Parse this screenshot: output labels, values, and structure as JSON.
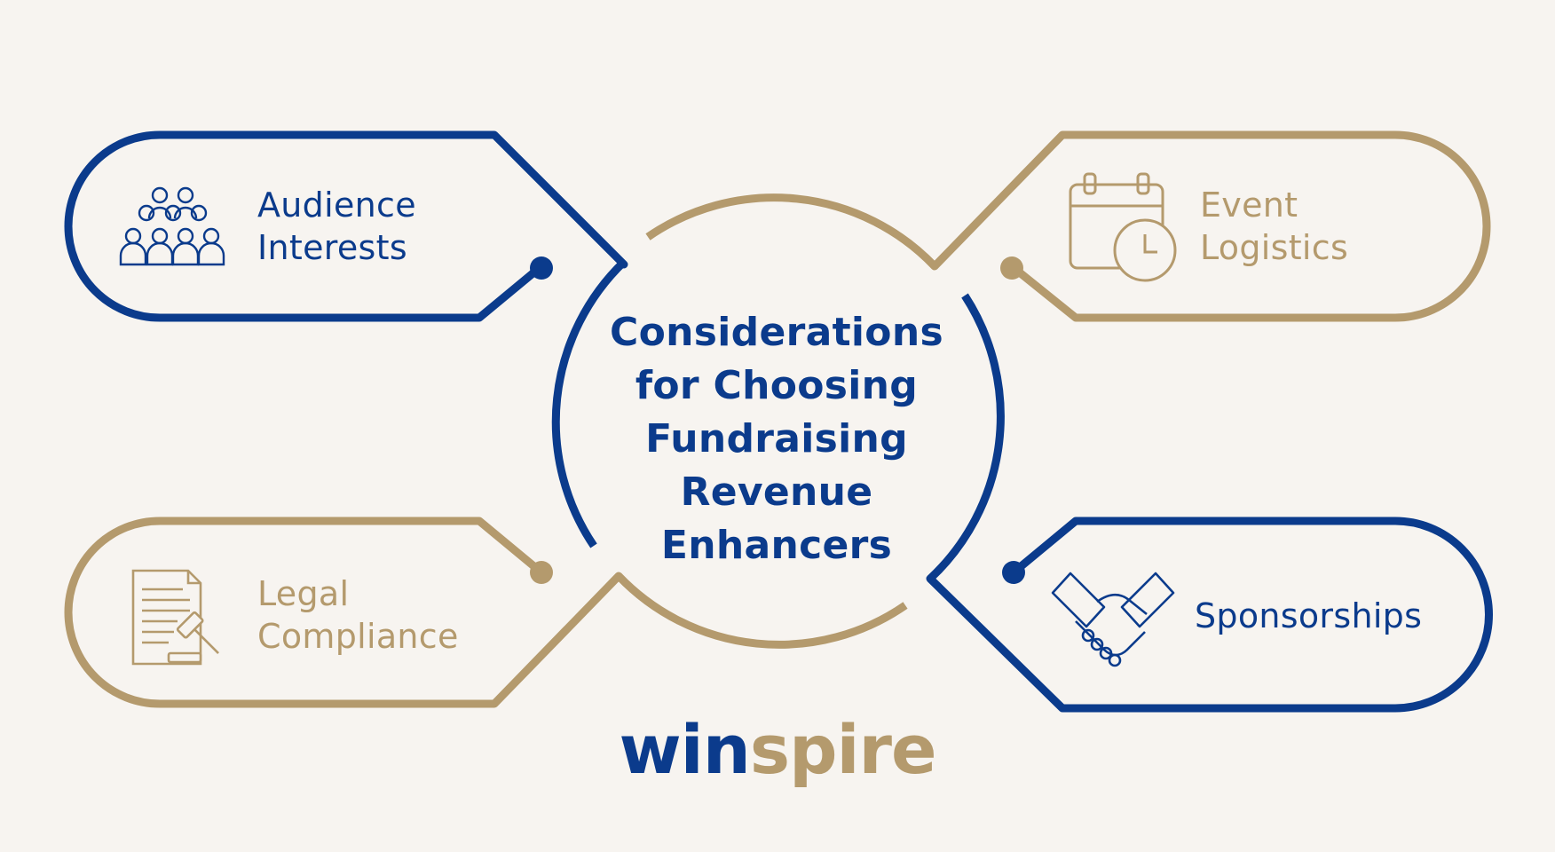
{
  "title_lines": [
    "Considerations",
    "for Choosing",
    "Fundraising",
    "Revenue",
    "Enhancers"
  ],
  "items": [
    {
      "lines": [
        "Audience",
        "Interests"
      ],
      "icon": "audience-icon",
      "color": "#0b3b8c"
    },
    {
      "lines": [
        "Event",
        "Logistics"
      ],
      "icon": "calendar-clock-icon",
      "color": "#b49a6d"
    },
    {
      "lines": [
        "Legal",
        "Compliance"
      ],
      "icon": "legal-document-gavel-icon",
      "color": "#b49a6d"
    },
    {
      "lines": [
        "Sponsorships"
      ],
      "icon": "handshake-icon",
      "color": "#0b3b8c"
    }
  ],
  "logo": {
    "part1": "win",
    "part2": "spire"
  },
  "colors": {
    "navy": "#0b3b8c",
    "gold": "#b49a6d",
    "background": "#f7f4f0"
  }
}
